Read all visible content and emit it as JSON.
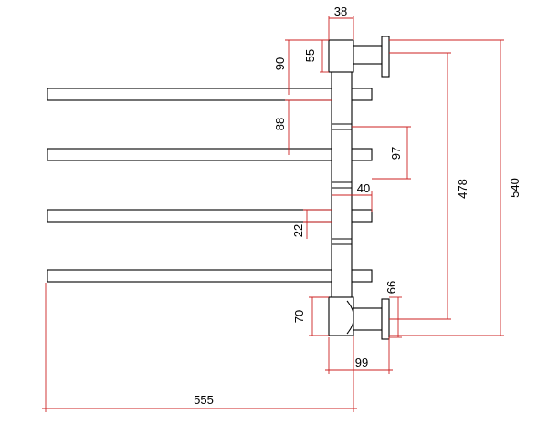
{
  "drawing": {
    "dimension_color": "#cc2222",
    "line_color": "#000000",
    "dimensions": {
      "d38": "38",
      "d55": "55",
      "d90": "90",
      "d88": "88",
      "d97": "97",
      "d40": "40",
      "d22": "22",
      "d478": "478",
      "d540": "540",
      "d66": "66",
      "d70": "70",
      "d99": "99",
      "d555": "555"
    }
  }
}
